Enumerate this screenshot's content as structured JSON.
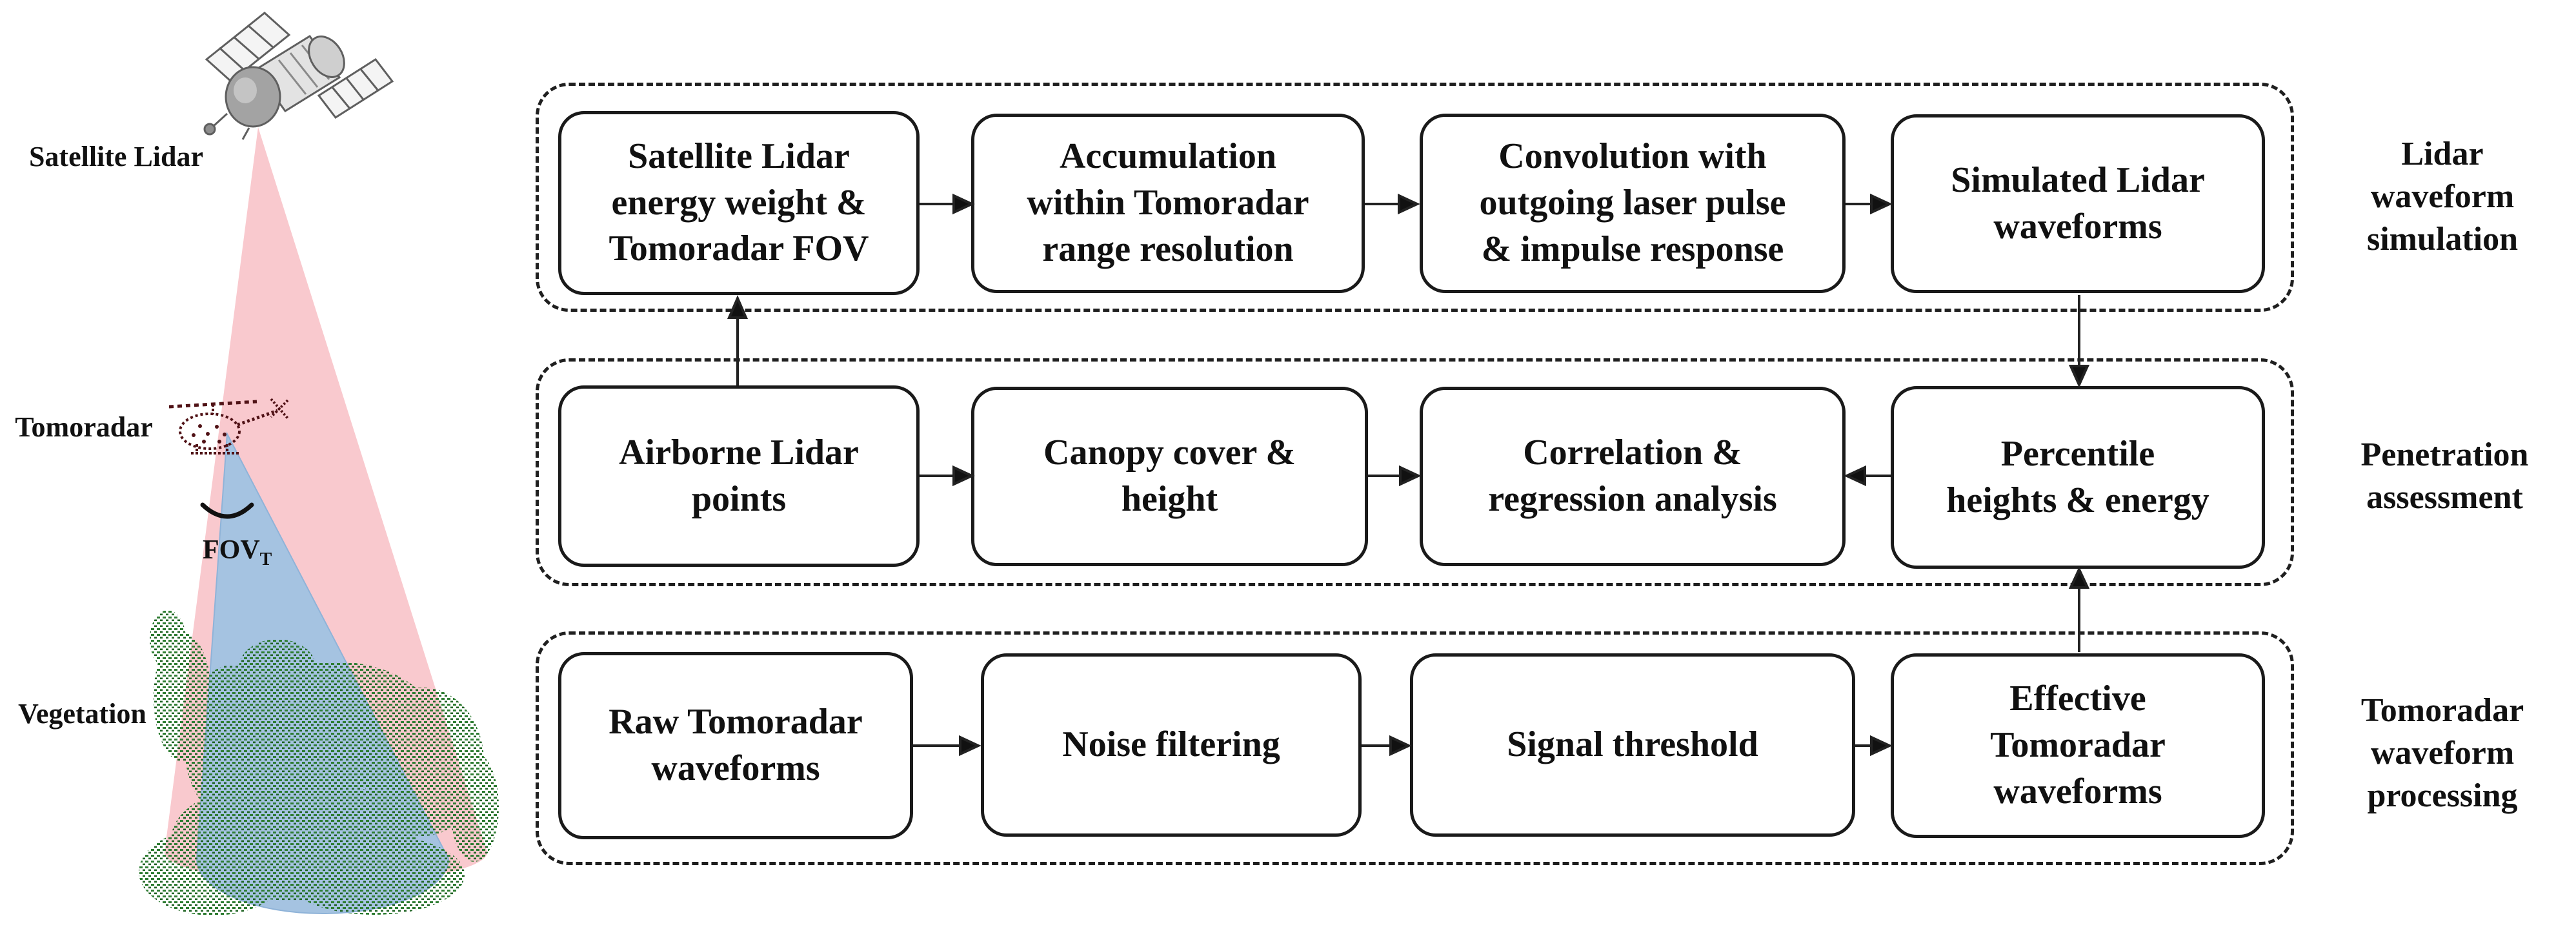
{
  "scene": {
    "satellite_label": "Satellite Lidar",
    "tomoradar_label": "Tomoradar",
    "vegetation_label": "Vegetation",
    "fov_label": "FOV",
    "fov_subscript": "T",
    "colors": {
      "beam_pink": "#f9c9ce",
      "fov_blue": "#a5c3e1",
      "vegetation_green": "#2e7d32",
      "vegetation_dark_green": "#1e6322",
      "helicopter_maroon": "#501216",
      "line_black": "#1a1a1a"
    }
  },
  "flowchart": {
    "rows": [
      {
        "side_label": "Lidar\nwaveform\nsimulation",
        "boxes": [
          {
            "label": "Satellite Lidar\nenergy weight &\nTomoradar FOV"
          },
          {
            "label": "Accumulation\nwithin Tomoradar\nrange resolution"
          },
          {
            "label": "Convolution with\noutgoing laser pulse\n& impulse response"
          },
          {
            "label": "Simulated Lidar\nwaveforms"
          }
        ]
      },
      {
        "side_label": "Penetration\nassessment",
        "boxes": [
          {
            "label": "Airborne Lidar\npoints"
          },
          {
            "label": "Canopy cover &\nheight"
          },
          {
            "label": "Correlation &\nregression analysis"
          },
          {
            "label": "Percentile\nheights & energy"
          }
        ]
      },
      {
        "side_label": "Tomoradar\nwaveform\nprocessing",
        "boxes": [
          {
            "label": "Raw Tomoradar\nwaveforms"
          },
          {
            "label": "Noise filtering"
          },
          {
            "label": "Signal threshold"
          },
          {
            "label": "Effective\nTomoradar\nwaveforms"
          }
        ]
      }
    ]
  }
}
